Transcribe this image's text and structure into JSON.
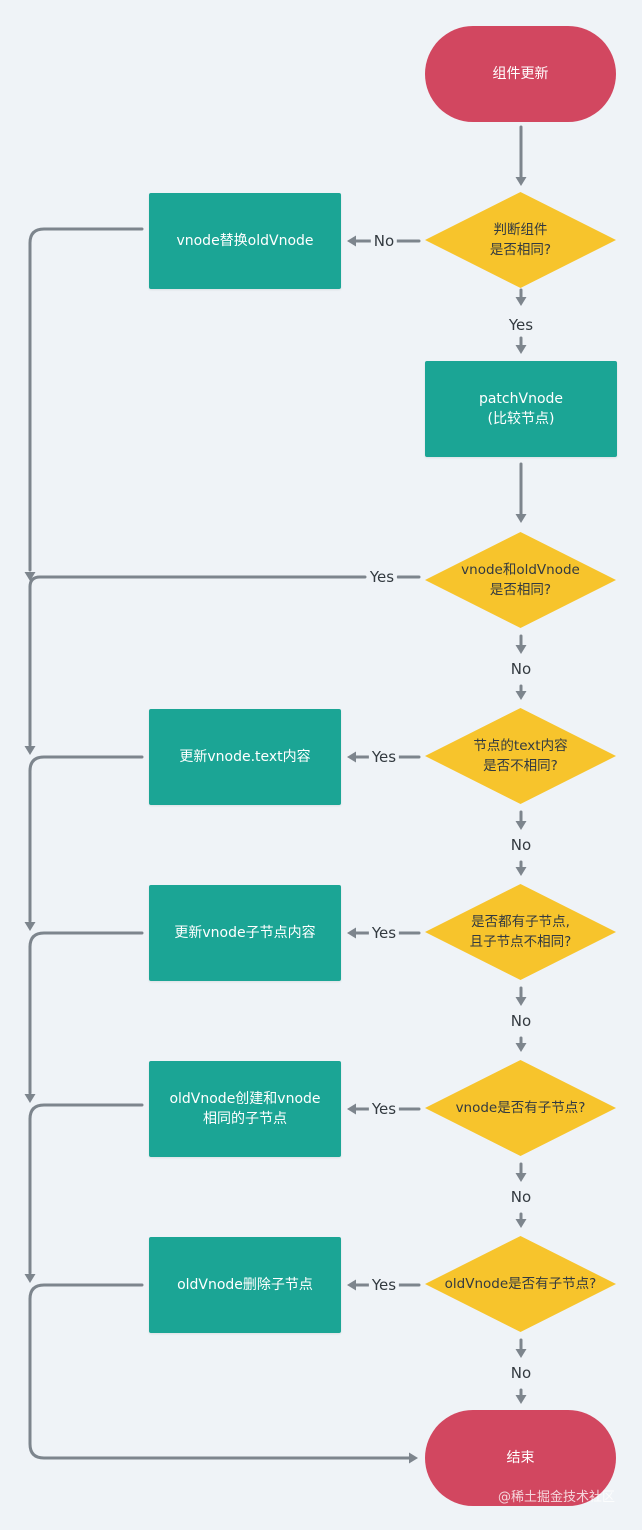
{
  "nodes": {
    "start": "组件更新",
    "same_component": "判断组件\n是否相同?",
    "replace": "vnode替换oldVnode",
    "patch": "patchVnode\n(比较节点)",
    "same_vnode": "vnode和oldVnode\n是否相同?",
    "text_diff": "节点的text内容\n是否不相同?",
    "update_text": "更新vnode.text内容",
    "children_diff": "是否都有子节点,\n且子节点不相同?",
    "update_children": "更新vnode子节点内容",
    "vnode_has_children": "vnode是否有子节点?",
    "create_children": "oldVnode创建和vnode\n相同的子节点",
    "old_has_children": "oldVnode是否有子节点?",
    "delete_children": "oldVnode删除子节点",
    "end": "结束"
  },
  "edge_labels": {
    "no_1": "No",
    "yes_1": "Yes",
    "yes_2": "Yes",
    "no_2": "No",
    "yes_3": "Yes",
    "no_3": "No",
    "yes_4": "Yes",
    "no_4": "No",
    "yes_5": "Yes",
    "no_5": "No",
    "yes_6": "Yes",
    "no_6": "No"
  },
  "watermark": "@稀土掘金技术社区",
  "colors": {
    "background": "#eff3f7",
    "terminal": "#d24760",
    "process": "#1ba595",
    "decision": "#f7c42c",
    "connector": "#7d858d"
  }
}
